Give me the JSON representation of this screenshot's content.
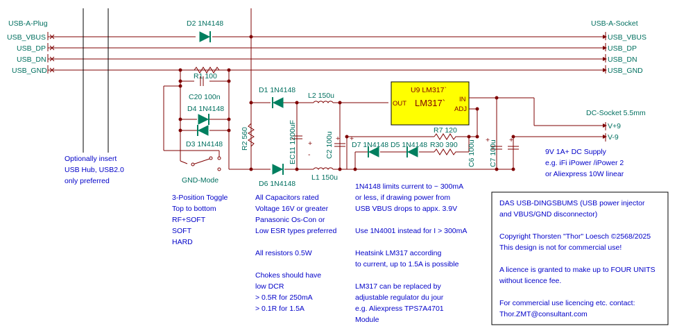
{
  "plug": {
    "title": "USB-A-Plug",
    "pins": [
      "USB_VBUS",
      "USB_DP",
      "USB_DN",
      "USB_GND"
    ]
  },
  "socket": {
    "title": "USB-A-Socket",
    "pins": [
      "USB_VBUS",
      "USB_DP",
      "USB_DN",
      "USB_GND"
    ]
  },
  "dc_socket": {
    "title": "DC-Socket 5.5mm",
    "pins": [
      "V+9",
      "V-9"
    ]
  },
  "components": {
    "d2": "D2 1N4148",
    "r1": "R1 100",
    "c20": "C20 100n",
    "d4": "D4 1N4148",
    "d3": "D3 1N4148",
    "gnd_mode": "GND-Mode",
    "d1": "D1 1N4148",
    "r2": "R2 560",
    "ec11": "EC11 1200uF",
    "d6": "D6 1N4148",
    "l2": "L2 150u",
    "l1": "L1 150u",
    "c2": "C2 100u",
    "d7": "D7 1N4148",
    "d5": "D5 1N4148",
    "r7": "R7 120",
    "r30": "R30 390",
    "c6": "C6 100u",
    "c7": "C7 100u",
    "u9_label": "U9 LM317`",
    "u9_name": "LM317`",
    "pin_out": "OUT",
    "pin_in": "IN",
    "pin_adj": "ADJ"
  },
  "notes": {
    "hub": [
      "Optionally insert",
      "USB Hub, USB2.0",
      "only preferred"
    ],
    "toggle": [
      "3-Position Toggle",
      "Top to bottom",
      "RF+SOFT",
      "SOFT",
      "HARD"
    ],
    "caps": [
      "All Capacitors rated",
      "Voltage 16V or greater",
      "Panasonic Os-Con or",
      "Low ESR types preferred",
      "",
      "All resistors 0.5W",
      "",
      "Chokes should have",
      "low DCR",
      "> 0.5R for 250mA",
      "> 0.1R for 1.5A"
    ],
    "limits": [
      "1N4148 limits current to ~ 300mA",
      "or less, if drawing power from",
      "USB VBUS drops to appx. 3.9V",
      "",
      "Use 1N4001 instead for I > 300mA",
      "",
      "Heatsink LM317 according",
      "to current, up to 1.5A is possible",
      "",
      "LM317 can be replaced by",
      "adjustable regulator du jour",
      "e.g. Aliexpress TPS7A4701",
      "Module"
    ],
    "dc_supply": [
      "9V 1A+ DC Supply",
      "e.g. iFi iPower /iPower 2",
      "or Aliexpress 10W linear"
    ],
    "box": [
      "DAS USB-DINGSBUMS (USB power injector",
      "and VBUS/GND disconnector)",
      "",
      "Copyright Thorsten \"Thor\" Loesch ©2568/2025",
      "This design is not for commercial use!",
      "",
      "A licence is granted to make up to FOUR UNITS",
      "without licence fee.",
      "",
      "For commercial use licencing etc. contact:",
      "Thor.ZMT@consultant.com"
    ]
  },
  "colors": {
    "wire": "#7f0000",
    "label": "#006f5f",
    "note": "#0000c8",
    "ic_fill": "#ffff00",
    "diode": "#007f5f"
  }
}
